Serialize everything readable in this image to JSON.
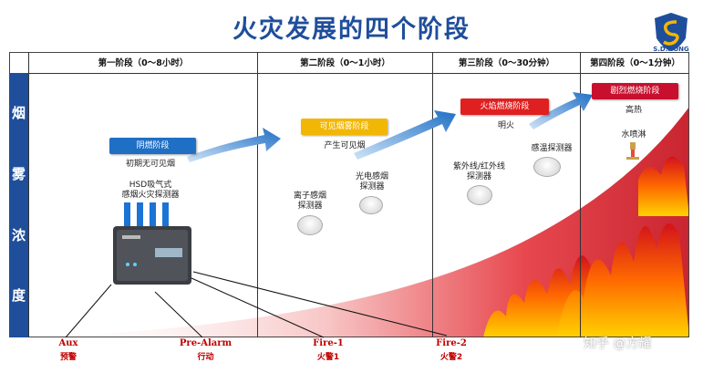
{
  "title": "火灾发展的四个阶段",
  "logo": {
    "text": "S.D.HONG"
  },
  "vertical_label": [
    "烟",
    "雾",
    "浓",
    "度"
  ],
  "columns": [
    {
      "header": "第一阶段（0～8小时）"
    },
    {
      "header": "第二阶段（0～1小时）"
    },
    {
      "header": "第三阶段（0～30分钟）"
    },
    {
      "header": "第四阶段（0～1分钟）"
    }
  ],
  "stages": [
    {
      "badge": "阴燃阶段",
      "desc": "初期无可见烟",
      "color": "#1f6fc5"
    },
    {
      "badge": "可见烟雾阶段",
      "desc": "产生可见烟",
      "color": "#f2b705"
    },
    {
      "badge": "火焰燃烧阶段",
      "desc": "明火",
      "color": "#e02020"
    },
    {
      "badge": "剧烈燃烧阶段",
      "desc": "高热",
      "color": "#c8102e"
    }
  ],
  "devices": {
    "hsd": [
      "HSD吸气式",
      "感烟火灾探测器"
    ],
    "ion": [
      "离子感烟",
      "探测器"
    ],
    "photo": [
      "光电感烟",
      "探测器"
    ],
    "uvir": [
      "紫外线/红外线",
      "探测器"
    ],
    "heat": "感温探测器",
    "sprinkler": "水喷淋"
  },
  "alarms": [
    {
      "en": "Aux",
      "cn": "预警"
    },
    {
      "en": "Pre-Alarm",
      "cn": "行动"
    },
    {
      "en": "Fire-1",
      "cn": "火警1"
    },
    {
      "en": "Fire-2",
      "cn": "火警2"
    }
  ],
  "watermark": "知乎 @方耀"
}
